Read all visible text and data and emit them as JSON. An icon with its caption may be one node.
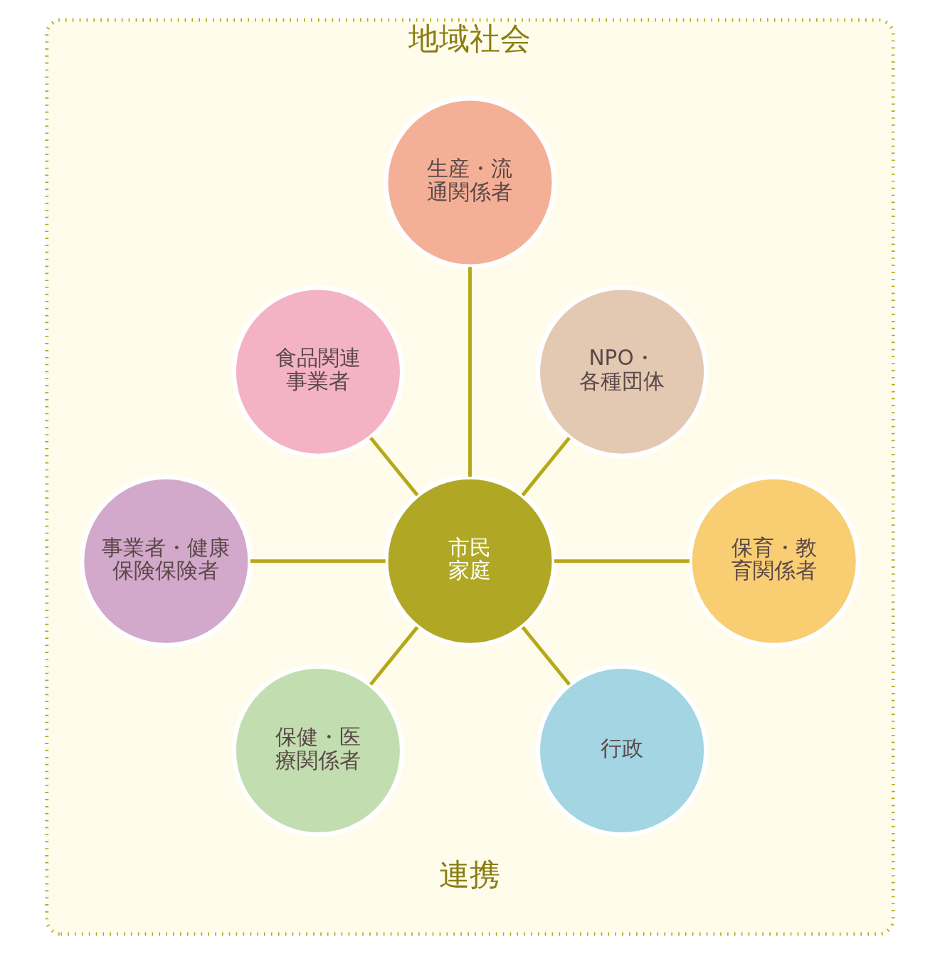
{
  "diagram": {
    "nodes": [
      {
        "text": [
          "地域社会"
        ]
      },
      {
        "text": [
          "生産・流通関係者"
        ],
        "in": 0
      },
      {
        "text": [
          "NPO・各種団体"
        ],
        "in": 0
      },
      {
        "text": [
          "保育・教育関係者"
        ],
        "in": 0
      },
      {
        "text": [
          "行政"
        ],
        "in": 0
      },
      {
        "text": [
          "保健・医療関係者"
        ],
        "in": 0
      },
      {
        "text": [
          "事業者・健康保険保険者"
        ],
        "in": 0
      },
      {
        "text": [
          "食品関連事業者"
        ],
        "in": 0
      },
      {
        "text": [
          "市民",
          "家庭"
        ],
        "in": 0
      }
    ],
    "edges": [
      {
        "from": 8,
        "to": 1,
        "arrow": "none"
      },
      {
        "from": 8,
        "to": 2,
        "arrow": "none"
      },
      {
        "from": 8,
        "to": 3,
        "arrow": "none"
      },
      {
        "from": 8,
        "to": 4,
        "arrow": "none"
      },
      {
        "from": 5,
        "to": 8,
        "arrow": "none"
      },
      {
        "from": 6,
        "to": 8,
        "arrow": "none"
      },
      {
        "from": 7,
        "to": 8,
        "arrow": "none"
      }
    ],
    "labels": [
      "連携"
    ]
  }
}
